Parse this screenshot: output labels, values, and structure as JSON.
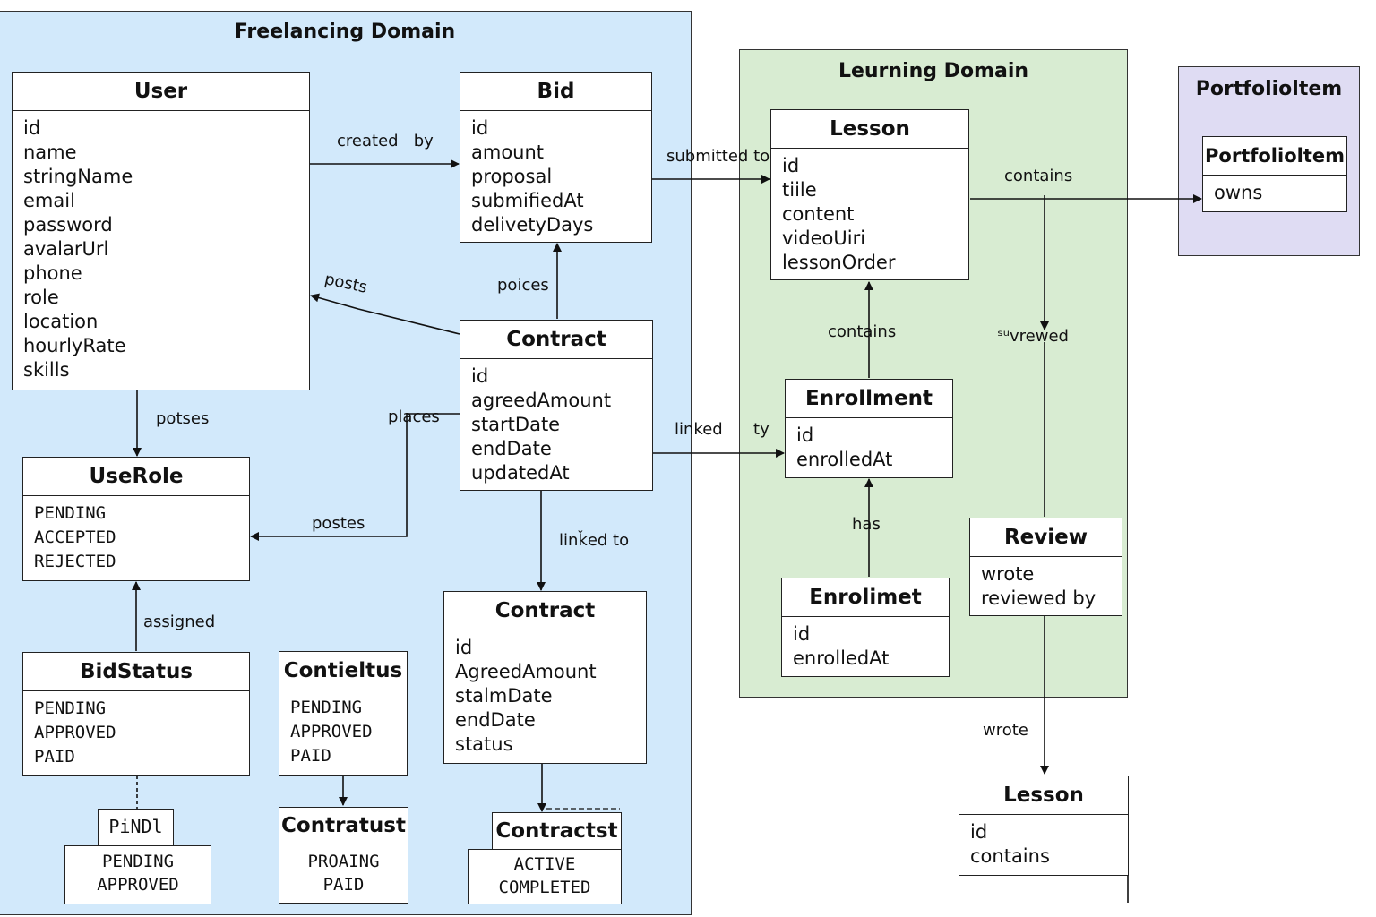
{
  "regions": {
    "freelancing": {
      "title": "Freelancing Domain",
      "color": "#d2e9fb"
    },
    "learning": {
      "title": "Leurning Domain",
      "color": "#d8ecd2"
    },
    "portfolio": {
      "title": "Portfolioltem",
      "color": "#dfdcf3"
    }
  },
  "entities": {
    "user": {
      "title": "User",
      "fields": [
        "id",
        "name",
        "stringName",
        "email",
        "password",
        "avalarUrl",
        "phone",
        "role",
        "location",
        "hourlyRate",
        "skills"
      ]
    },
    "bid": {
      "title": "Bid",
      "fields": [
        "id",
        "amount",
        "proposal",
        "submifiedAt",
        "delivetyDays"
      ]
    },
    "contract_main": {
      "title": "Contract",
      "fields": [
        "id",
        "agreedAmount",
        "startDate",
        "endDate",
        "updatedAt"
      ]
    },
    "userole": {
      "title": "UseRole",
      "fields": [
        "PENDING",
        "ACCEPTED",
        "REJECTED"
      ]
    },
    "bidstatus": {
      "title": "BidStatus",
      "fields": [
        "PENDING",
        "APPROVED",
        "PAID"
      ]
    },
    "contieltus": {
      "title": "Contieltus",
      "fields": [
        "PENDING",
        "APPROVED",
        "PAID"
      ]
    },
    "contract_lower": {
      "title": "Contract",
      "fields": [
        "id",
        "AgreedAmount",
        "stalmDate",
        "endDate",
        "status"
      ]
    },
    "pindl": {
      "title": "PiNDl",
      "fields": []
    },
    "pending_approved": {
      "title": "",
      "fields": [
        "PENDING",
        "APPROVED"
      ]
    },
    "contratust": {
      "title": "Contratust",
      "fields": [
        "PROAING",
        "PAID"
      ]
    },
    "contractst": {
      "title": "Contractst",
      "fields": [
        "ACTIVE",
        "COMPLETED"
      ]
    },
    "lesson": {
      "title": "Lesson",
      "fields": [
        "id",
        "tiile",
        "content",
        "videoUiri",
        "lessonOrder"
      ]
    },
    "enrollment": {
      "title": "Enrollment",
      "fields": [
        "id",
        "enrolledAt"
      ]
    },
    "enrolimet": {
      "title": "Enrolimet",
      "fields": [
        "id",
        "enrolledAt"
      ]
    },
    "review": {
      "title": "Review",
      "fields": [
        "wrote",
        "reviewed by"
      ]
    },
    "portfolio_item": {
      "title": "Portfolioltem",
      "fields": [
        "owns"
      ]
    },
    "lesson_lower": {
      "title": "Lesson",
      "fields": [
        "id",
        "contains"
      ]
    }
  },
  "labels": {
    "created_by": "created   by",
    "posts": "posts",
    "potses": "potses",
    "poices": "poices",
    "places": "places",
    "postes": "postes",
    "assigned": "assigned",
    "linked_to": "linǩed to",
    "submitted_to": "submitted to",
    "linked_ty": "linked      ty",
    "contains_lesson": "contains",
    "contains_portfolio": "contains",
    "has": "has",
    "sivrewed": "ˢᵘvrewed",
    "wrote": "wrote"
  }
}
